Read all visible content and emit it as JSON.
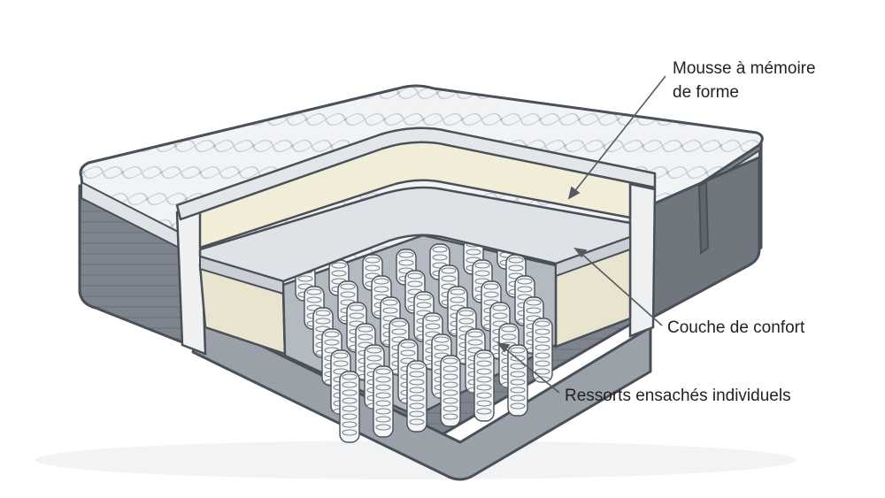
{
  "labels": {
    "memory_foam_line1": "Mousse à mémoire",
    "memory_foam_line2": "de forme",
    "comfort_layer": "Couche de confort",
    "pocket_springs": "Ressorts ensachés individuels"
  },
  "colors": {
    "outline": "#4a5058",
    "quilt_top": "#f1f3f5",
    "quilt_stitch": "#c5cbd2",
    "border_panel": "#7d848d",
    "border_panel_dark": "#5f666e",
    "memory_foam": "#f1edd8",
    "comfort_layer": "#dfe3e7",
    "support_foam": "#e9e4d0",
    "spring_cavity": "#b4bac1",
    "spring": "#f4f5f6",
    "leader_line": "#555a60",
    "label_text": "#222222"
  }
}
